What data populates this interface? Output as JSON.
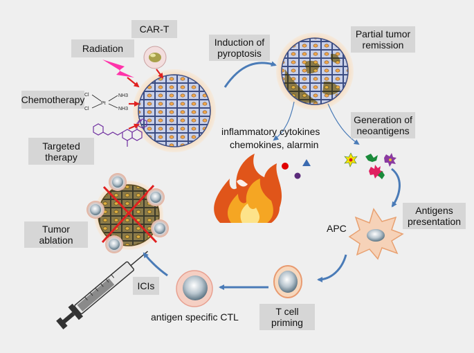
{
  "labels": {
    "cart": "CAR-T",
    "radiation": "Radiation",
    "chemotherapy": "Chemotherapy",
    "targeted_therapy": "Targeted therapy",
    "induction": "Induction of pyroptosis",
    "partial_remission": "Partial tumor remission",
    "generation_neoantigens": "Generation of neoantigens",
    "inflammatory": "inflammatory cytokines",
    "chemokines": "chemokines, alarmin",
    "antigen_presentation": "Antigens presentation",
    "apc": "APC",
    "t_cell_priming": "T cell priming",
    "ctl": "antigen specific CTL",
    "icis": "ICIs",
    "tumor_ablation": "Tumor ablation"
  },
  "molecule": {
    "cl1": "Cl",
    "cl2": "Cl",
    "pt": "Pt",
    "nh3a": "NH3",
    "nh3b": "NH3"
  },
  "colors": {
    "box": "#d6d6d6",
    "arrow_blue": "#4a7bb7",
    "arrow_red": "#e02020",
    "bolt": "#ff33aa"
  }
}
